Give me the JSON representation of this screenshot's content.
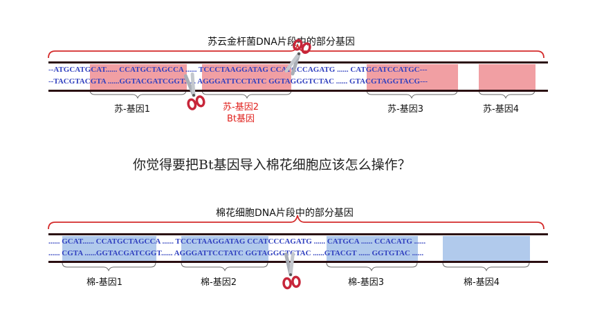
{
  "top": {
    "title": "苏云金杆菌DNA片段中的部分基因",
    "seq_line1": "--ATGCATGCAT...... CCATGCTAGCCA ...... TCCCTAAGGATAG CCATCCCAGATG ...... CATGCATCCATGC---",
    "seq_line2": "--TACGTACGTA ......GGTACGATCGGT...... AGGGATTCCTATC GGTAGGGTCTAC ...... GTACGTAGGTACG---",
    "genes": [
      {
        "label": "苏-基因1"
      },
      {
        "label": "苏-基因2",
        "sublabel": "Bt基因"
      },
      {
        "label": "苏-基因3"
      },
      {
        "label": "苏-基因4"
      }
    ],
    "highlight_color": "#ef8e93",
    "label_accent_color": "#e0201c"
  },
  "question": "你觉得要把Bt基因导入棉花细胞应该怎么操作？",
  "bottom": {
    "title": "棉花细胞DNA片段中的部分基因",
    "seq_line1": "...... GCAT...... CCATGCTAGCCA ...... TCCCTAAGGATAG CCATCCCAGATG ...... CATGCA ...... CCACATG ......",
    "seq_line2": "...... CGTA ......GGTACGATCGGT...... AGGGATTCCTATC GGTAGGGTCTAC ......GTACGT ...... GGTGTAC ......",
    "genes": [
      {
        "label": "棉-基因1"
      },
      {
        "label": "棉-基因2"
      },
      {
        "label": "棉-基因3"
      },
      {
        "label": "棉-基因4"
      }
    ],
    "highlight_color": "#a8c4ea"
  },
  "colors": {
    "brace": "#d42a2a",
    "sequence_text": "#2f3fbf",
    "strand_bar": "#2a0d10"
  },
  "icons": [
    "scissors-icon"
  ]
}
